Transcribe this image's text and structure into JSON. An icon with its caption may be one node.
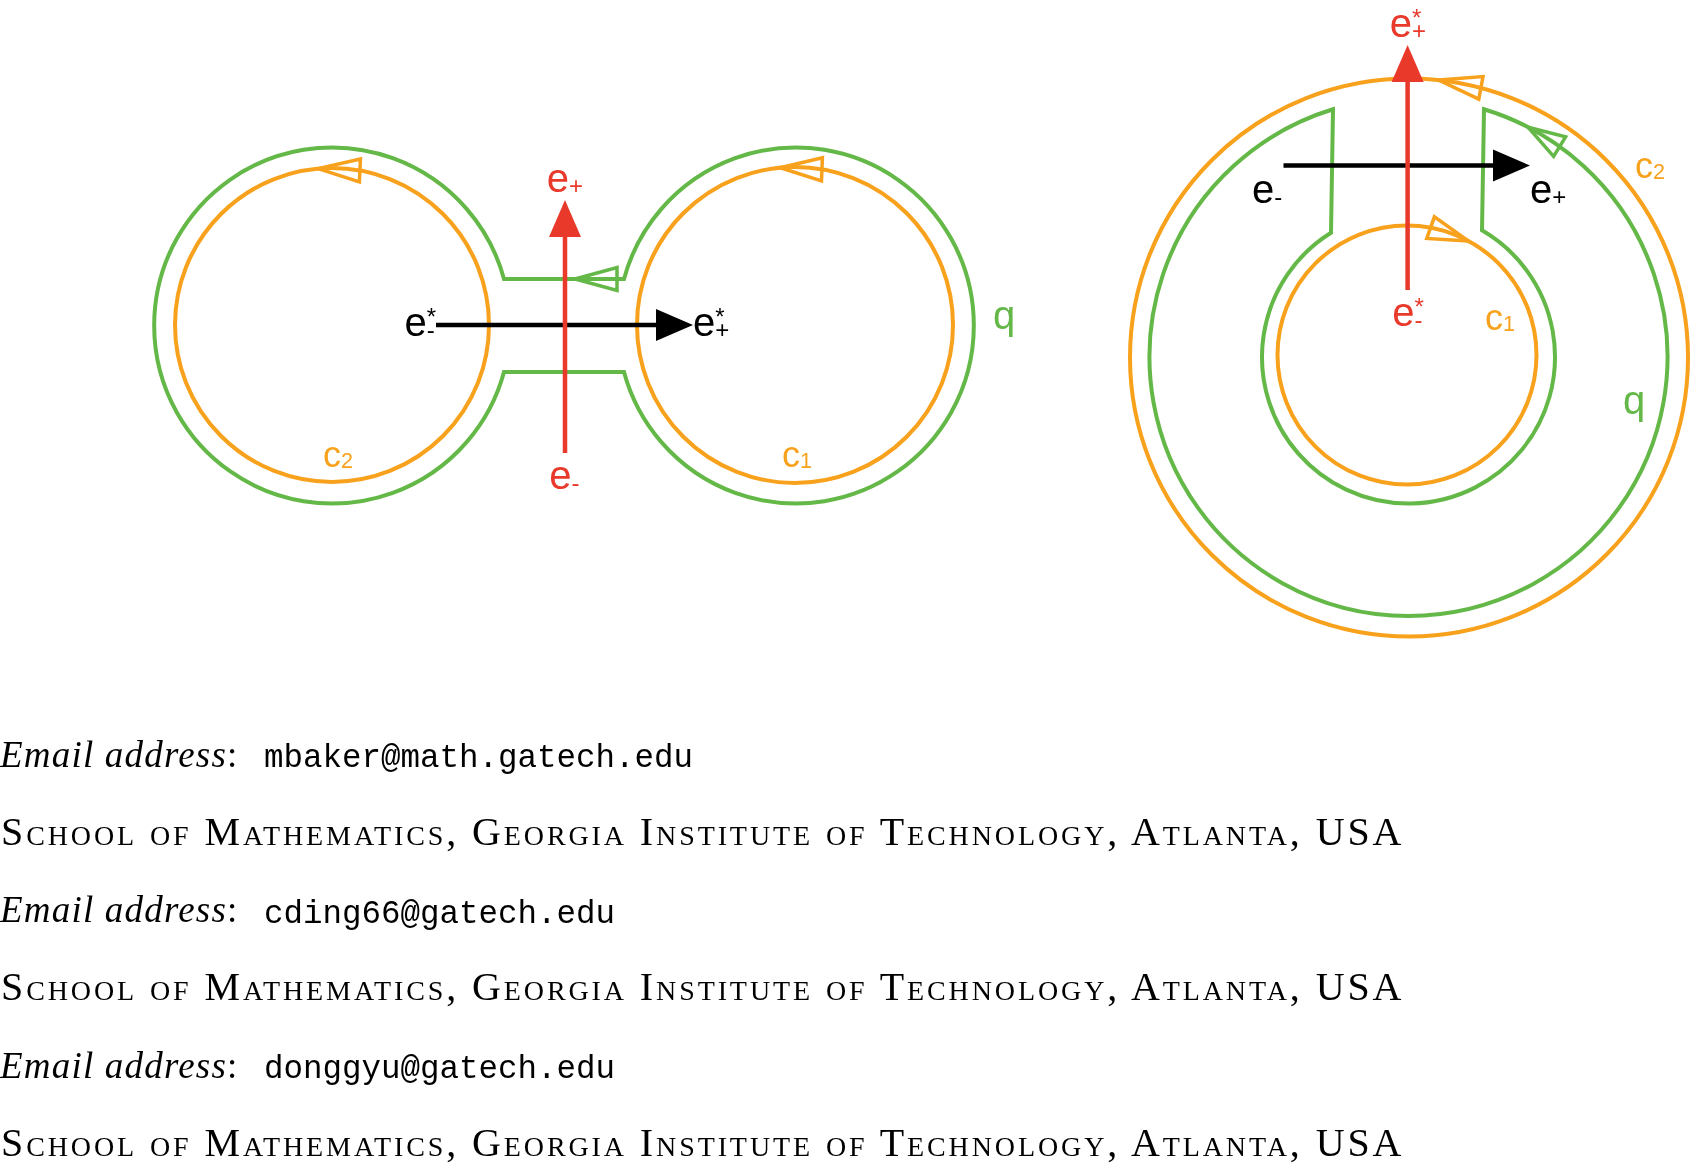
{
  "diagram": {
    "nodes": [
      {
        "text": [
          "e$_{+}$"
        ]
      },
      {
        "text": [
          "e$^{*}$$_{-}$"
        ]
      },
      {
        "text": [
          "e$^{*}$$_{+}$"
        ]
      },
      {
        "text": [
          "e$_{-}$"
        ]
      },
      {
        "text": [
          "e$^{*}$$_{+}$"
        ]
      },
      {
        "text": [
          "e$_{-}$"
        ]
      },
      {
        "text": [
          "e$_{+}$"
        ]
      },
      {
        "text": [
          "e$^{*}$$_{-}$"
        ]
      }
    ],
    "edges": [
      {
        "from": 1,
        "to": 2,
        "arrow": "to"
      },
      {
        "from": 3,
        "to": 0,
        "arrow": "to",
        "color": "#e8392b"
      },
      {
        "from": 5,
        "to": 6,
        "arrow": "to"
      },
      {
        "from": 7,
        "to": 4,
        "arrow": "to",
        "color": "#e8392b"
      }
    ],
    "labels": [
      "c$_{2}$",
      "c$_{1}$",
      "q",
      "c$_{2}$",
      "c$_{1}$",
      "q",
      "*Email address*:",
      "mbaker@math.gatech.edu",
      "School of Mathematics, Georgia Institute of Technology, Atlanta, USA",
      "*Email address*:",
      "cding66@gatech.edu",
      "School of Mathematics, Georgia Institute of Technology, Atlanta, USA",
      "*Email address*:",
      "donggyu@gatech.edu",
      "School of Mathematics, Georgia Institute of Technology, Atlanta, USA"
    ]
  }
}
